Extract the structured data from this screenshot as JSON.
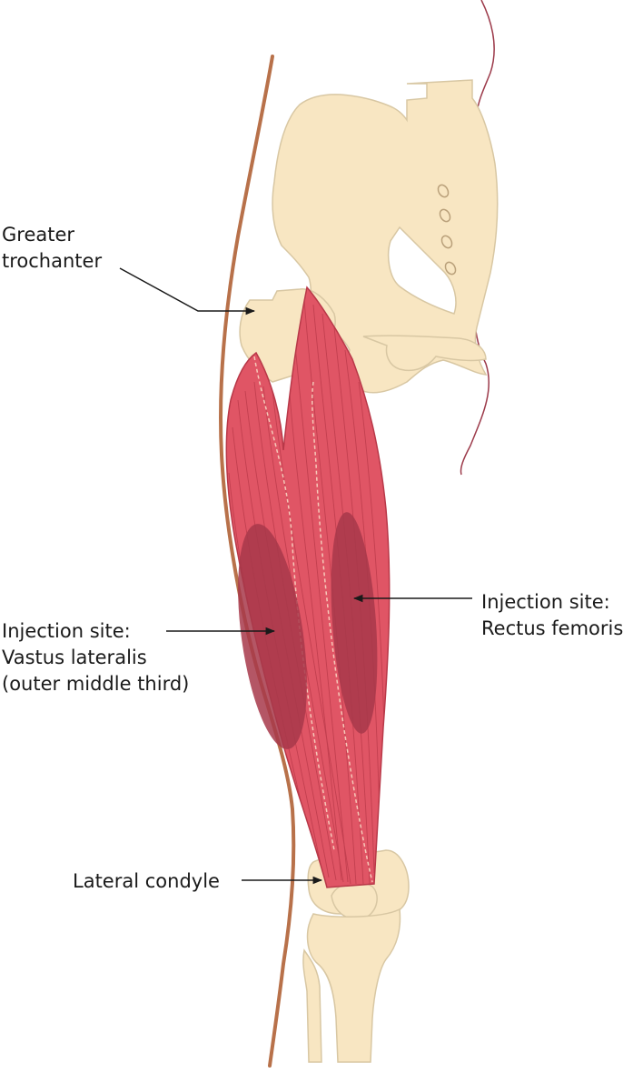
{
  "colors": {
    "bone": "#f8e6c2",
    "bone_outline": "#d8c7a3",
    "muscle": "#e05565",
    "muscle_fiber": "#b83848",
    "injection_site": "#a7384a",
    "skin_outline": "#b8714a",
    "label_text": "#1a1a1a",
    "pointer_line": "#1a1a1a"
  },
  "labels": {
    "greater_trochanter": [
      "Greater",
      "trochanter"
    ],
    "vastus_lateralis": [
      "Injection site:",
      "Vastus lateralis",
      "(outer middle third)"
    ],
    "rectus_femoris": [
      "Injection site:",
      "Rectus femoris"
    ],
    "lateral_condyle": [
      "Lateral condyle"
    ]
  }
}
